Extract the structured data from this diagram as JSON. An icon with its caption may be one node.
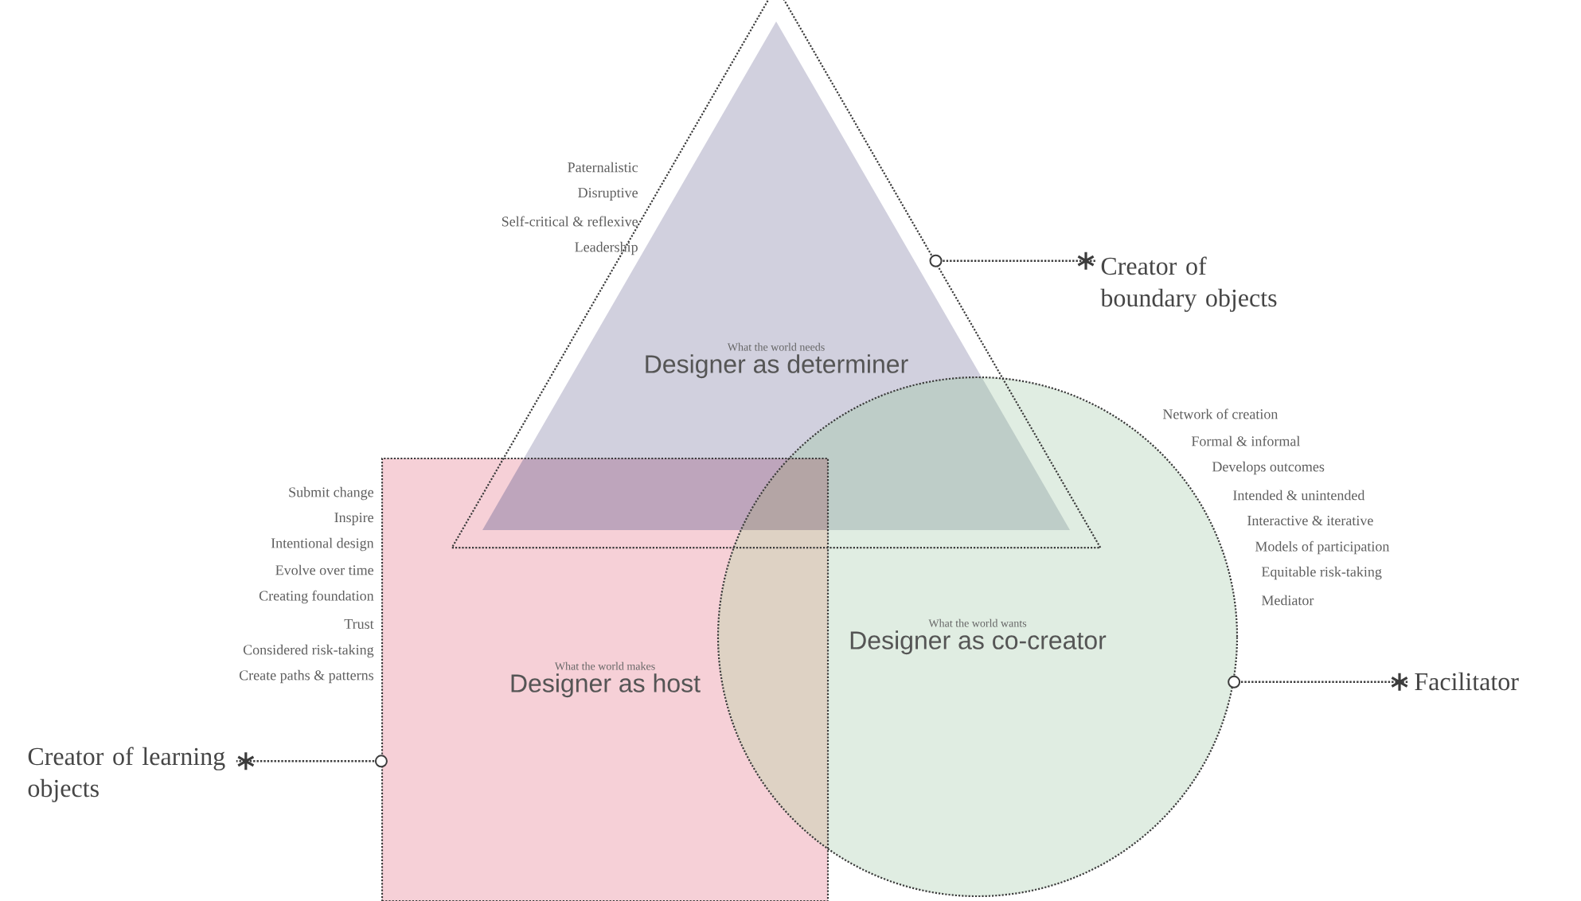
{
  "diagram": {
    "nodes": [
      {
        "text": [
          "What the world needs",
          "Designer as determiner"
        ],
        "beside": [
          "Paternalistic",
          "Disruptive",
          "Self-critical & reflexive",
          "Leadership"
        ]
      },
      {
        "text": [
          "Creator of boundary objects"
        ]
      },
      {
        "text": [
          "What the world makes",
          "Designer as host"
        ],
        "beside": [
          "Submit change",
          "Inspire",
          "Intentional design",
          "Evolve over time",
          "Creating foundation",
          "Trust",
          "Considered risk-taking",
          "Create paths & patterns"
        ]
      },
      {
        "text": [
          "What the world wants",
          "Designer as co-creator"
        ],
        "beside": [
          "Network of creation",
          "Formal & informal",
          "Develops outcomes",
          "Intended & unintended",
          "Interactive & iterative",
          "Models of participation",
          "Equitable risk-taking",
          "Mediator"
        ]
      },
      {
        "text": [
          "Facilitator"
        ]
      },
      {
        "text": [
          "Creator of learning objects"
        ]
      }
    ],
    "edges": [
      {
        "from": 0,
        "to": 1,
        "arrow": "other"
      },
      {
        "from": 3,
        "to": 4,
        "arrow": "other"
      },
      {
        "from": 2,
        "to": 5,
        "arrow": "other"
      }
    ]
  }
}
